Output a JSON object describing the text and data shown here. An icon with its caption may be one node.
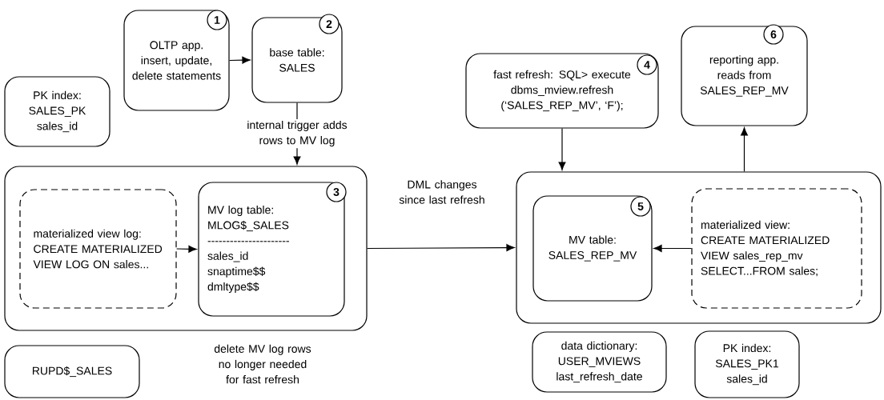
{
  "diagram": {
    "nodes": [
      {
        "text": [
          "1",
          "OLTP app. insert, update, delete statements"
        ]
      },
      {
        "text": [
          "2",
          "base table: SALES"
        ]
      },
      {
        "text": [
          "PK index: SALES_PK sales_id"
        ]
      },
      {
        "text": [],
        "shape": "box"
      },
      {
        "text": [
          "materialized view log: CREATE MATERIALIZED VIEW LOG ON sales..."
        ],
        "in": 3
      },
      {
        "text": [
          "3",
          "MV log table: MLOG$_SALES",
          "----------------------",
          "sales_id",
          "snaptime$$",
          "dmltype$$"
        ],
        "in": 3
      },
      {
        "text": [
          "RUPD$_SALES"
        ]
      },
      {
        "text": [
          "4",
          "fast refresh: SQL> execute dbms_mview.refresh (‘SALES_REP_MV’, ‘F’);"
        ]
      },
      {
        "text": [
          "6",
          "reporting app. reads from SALES_REP_MV"
        ]
      },
      {
        "text": [],
        "shape": "box"
      },
      {
        "text": [
          "5",
          "MV table: SALES_REP_MV"
        ],
        "in": 9
      },
      {
        "text": [
          "materialized view: CREATE MATERIALIZED VIEW sales_rep_mv SELECT...FROM sales;"
        ],
        "in": 9
      },
      {
        "text": [
          "data dictionary: USER_MVIEWS last_refresh_date"
        ]
      },
      {
        "text": [
          "PK index: SALES_PK1 sales_id"
        ]
      }
    ],
    "edges": [
      {
        "from": 0,
        "to": 1,
        "arrow": "to"
      },
      {
        "from": 1,
        "to": 3,
        "arrow": "to",
        "label": "internal trigger adds rows to MV log"
      },
      {
        "from": 4,
        "to": 5,
        "arrow": "to"
      },
      {
        "from": 3,
        "to": 9,
        "arrow": "to",
        "label": "DML changes since last refresh"
      },
      {
        "from": 7,
        "to": 9,
        "arrow": "to"
      },
      {
        "from": 9,
        "to": 8,
        "arrow": "to"
      },
      {
        "from": 11,
        "to": 10,
        "arrow": "to"
      }
    ],
    "labels": [
      "delete MV log rows no longer needed for fast refresh"
    ]
  }
}
